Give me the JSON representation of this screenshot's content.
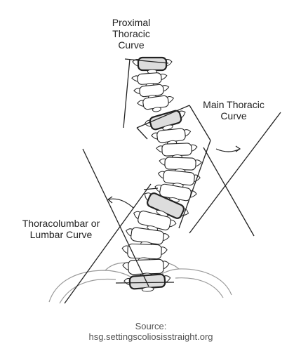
{
  "labels": {
    "proximal": [
      "Proximal",
      "Thoracic",
      "Curve"
    ],
    "main": [
      "Main Thoracic",
      "Curve"
    ],
    "lumbar": [
      "Thoracolumbar or",
      "Lumbar Curve"
    ]
  },
  "source": [
    "Source:",
    "hsg.settingscoliosisstraight.org"
  ],
  "colors": {
    "ink": "#222222",
    "bone_fill": "#ffffff",
    "end_vertebra_fill": "#dddddd",
    "pelvis": "#999999",
    "caption": "#555555"
  }
}
